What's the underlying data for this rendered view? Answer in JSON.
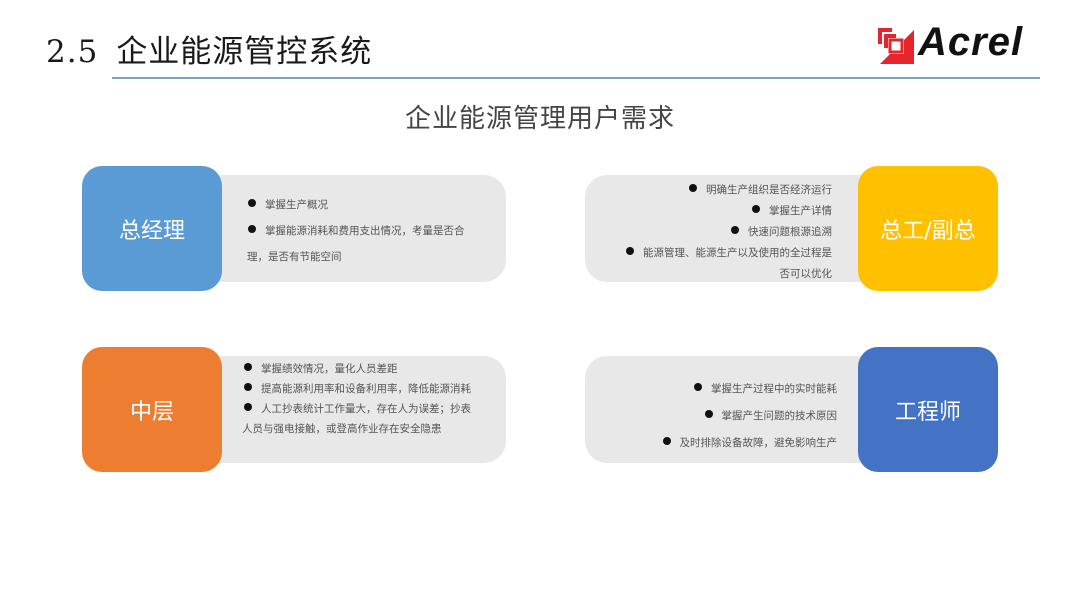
{
  "header": {
    "section_number": "2.5",
    "section_title": "企业能源管控系统",
    "logo_text": "Acrel",
    "logo_color": "#e3262b",
    "rule_color": "#7ea3be"
  },
  "subtitle": "企业能源管理用户需求",
  "cards": [
    {
      "role": "总经理",
      "color": "#5b9bd5",
      "items": [
        "掌握生产概况",
        "掌握能源消耗和费用支出情况，考量是否合",
        "理，是否有节能空间"
      ]
    },
    {
      "role": "总工/副总",
      "color": "#ffc000",
      "items": [
        "明确生产组织是否经济运行",
        "掌握生产详情",
        "快速问题根源追溯",
        "能源管理、能源生产以及使用的全过程是",
        "否可以优化"
      ]
    },
    {
      "role": "中层",
      "color": "#ed7d31",
      "items": [
        "掌握绩效情况，量化人员差距",
        "提高能源利用率和设备利用率，降低能源消耗",
        "人工抄表统计工作量大，存在人为误差；抄表",
        "人员与强电接触，或登高作业存在安全隐患"
      ]
    },
    {
      "role": "工程师",
      "color": "#4472c4",
      "items": [
        "掌握生产过程中的实时能耗",
        "掌握产生问题的技术原因",
        "及时排除设备故障，避免影响生产"
      ]
    }
  ]
}
